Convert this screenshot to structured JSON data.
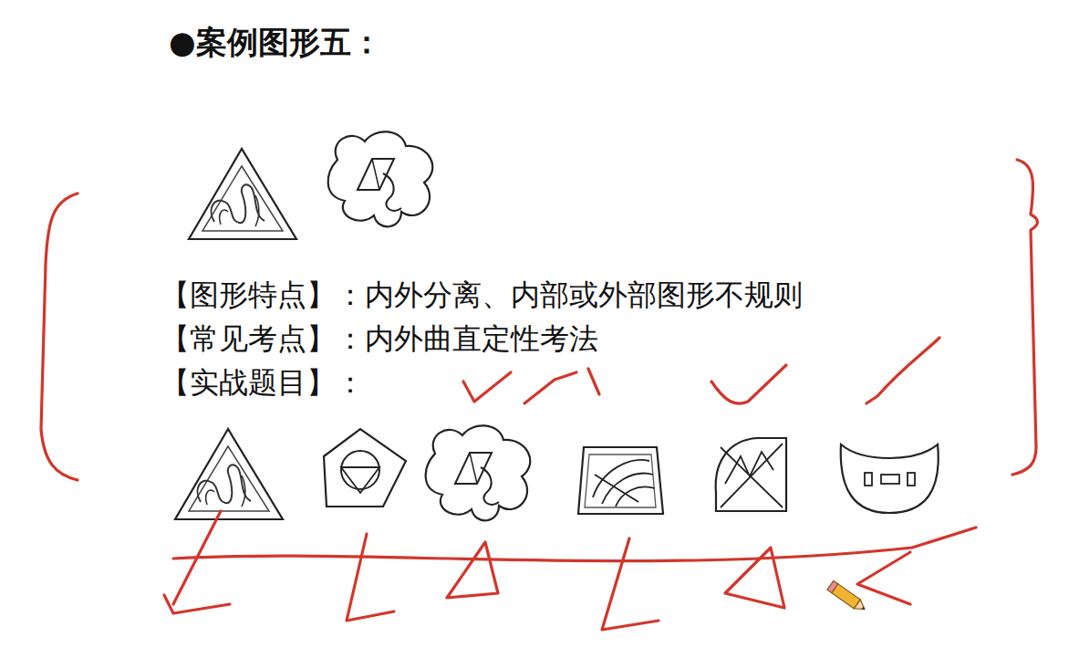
{
  "diagram": {
    "title": "●案例图形五：",
    "labels": [
      "【图形特点】：内外分离、内部或外部图形不规则",
      "【常见考点】：内外曲直定性考法",
      "【实战题目】："
    ]
  }
}
